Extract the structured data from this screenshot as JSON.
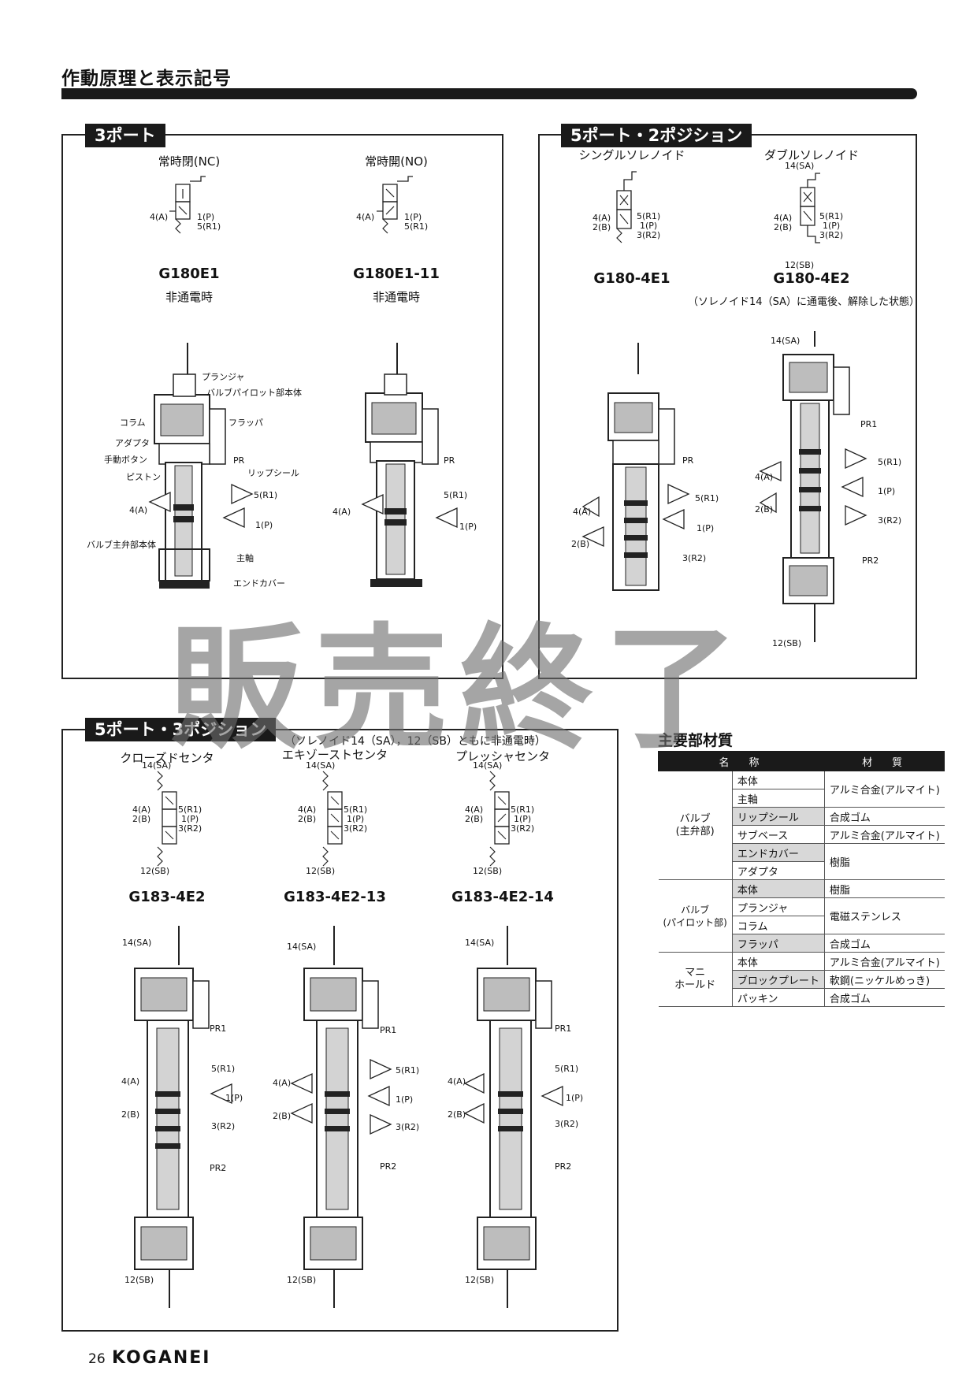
{
  "page_title": "作動原理と表示記号",
  "sections": {
    "port3": {
      "tag": "3ポート",
      "columns": [
        {
          "heading": "常時閉(NC)",
          "model": "G180E1",
          "state": "非通電時"
        },
        {
          "heading": "常時開(NO)",
          "model": "G180E1-11",
          "state": "非通電時"
        }
      ],
      "symbol_ports": {
        "a": "4(A)",
        "p": "1(P)",
        "r1": "5(R1)"
      },
      "part_labels": {
        "plunger": "プランジャ",
        "pilot_body": "バルブパイロット部本体",
        "column": "コラム",
        "flapper": "フラッパ",
        "adapter": "アダプタ",
        "manual_button": "手動ボタン",
        "piston": "ピストン",
        "lip_seal": "リップシール",
        "main_body": "バルブ主弁部本体",
        "spool": "主軸",
        "end_cover": "エンドカバー"
      },
      "section_ports": {
        "pr": "PR",
        "r1": "5(R1)",
        "a": "4(A)",
        "p": "1(P)"
      }
    },
    "port5_2": {
      "tag": "5ポート・2ポジション",
      "columns": [
        {
          "heading": "シングルソレノイド",
          "model": "G180-4E1"
        },
        {
          "heading": "ダブルソレノイド",
          "model": "G180-4E2"
        }
      ],
      "note": "（ソレノイド14（SA）に通電後、解除した状態）",
      "ports": {
        "sa": "14(SA)",
        "sb": "12(SB)",
        "a": "4(A)",
        "b": "2(B)",
        "r1": "5(R1)",
        "p": "1(P)",
        "r2": "3(R2)",
        "pr": "PR",
        "pr1": "PR1",
        "pr2": "PR2"
      }
    },
    "port5_3": {
      "tag": "5ポート・3ポジション",
      "note": "（ソレノイド14（SA），12（SB）ともに非通電時）",
      "columns": [
        {
          "heading": "クローズドセンタ",
          "model": "G183-4E2"
        },
        {
          "heading": "エキゾーストセンタ",
          "model": "G183-4E2-13"
        },
        {
          "heading": "プレッシャセンタ",
          "model": "G183-4E2-14"
        }
      ]
    }
  },
  "watermark": "販売終了",
  "materials": {
    "title": "主要部材質",
    "headers": [
      "名　称",
      "材　質"
    ],
    "groups": [
      {
        "group": "バルブ\n(主弁部)",
        "rows": [
          {
            "name": "本体",
            "material": "アルミ合金(アルマイト)"
          },
          {
            "name": "主軸",
            "material": ""
          },
          {
            "name": "リップシール",
            "material": "合成ゴム"
          },
          {
            "name": "サブベース",
            "material": "アルミ合金(アルマイト)"
          },
          {
            "name": "エンドカバー",
            "material": "樹脂"
          },
          {
            "name": "アダプタ",
            "material": ""
          }
        ]
      },
      {
        "group": "バルブ\n(パイロット部)",
        "rows": [
          {
            "name": "本体",
            "material": "樹脂"
          },
          {
            "name": "プランジャ",
            "material": "電磁ステンレス"
          },
          {
            "name": "コラム",
            "material": ""
          },
          {
            "name": "フラッパ",
            "material": "合成ゴム"
          }
        ]
      },
      {
        "group": "マニ\nホールド",
        "rows": [
          {
            "name": "本体",
            "material": "アルミ合金(アルマイト)"
          },
          {
            "name": "ブロックプレート",
            "material": "軟鋼(ニッケルめっき)"
          },
          {
            "name": "パッキン",
            "material": "合成ゴム"
          }
        ]
      }
    ]
  },
  "footer": {
    "page": "26",
    "brand": "KOGANEI"
  }
}
